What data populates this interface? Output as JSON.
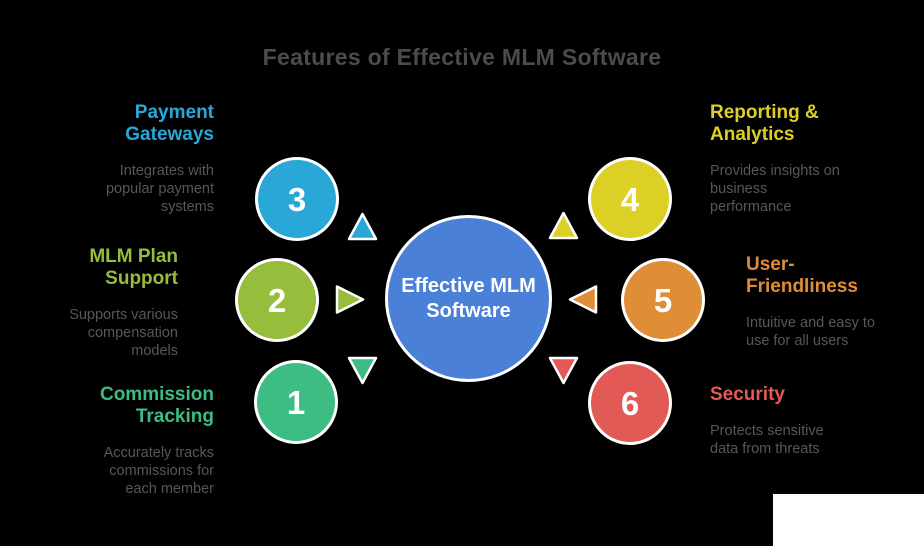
{
  "title": "Features of Effective MLM Software",
  "center_node": {
    "label": "Effective MLM\nSoftware",
    "fill": "#4a80d8",
    "text_color": "#ffffff"
  },
  "features": [
    {
      "number": "1",
      "heading": "Commission\nTracking",
      "description": "Accurately tracks\ncommissions for\neach member",
      "color": "#3dbc84",
      "side": "left",
      "arrow_direction": "down"
    },
    {
      "number": "2",
      "heading": "MLM Plan\nSupport",
      "description": "Supports various\ncompensation\nmodels",
      "color": "#96bd3c",
      "side": "left",
      "arrow_direction": "right"
    },
    {
      "number": "3",
      "heading": "Payment\nGateways",
      "description": "Integrates with\npopular payment\nsystems",
      "color": "#29a8d8",
      "side": "left",
      "arrow_direction": "up"
    },
    {
      "number": "4",
      "heading": "Reporting &\nAnalytics",
      "description": "Provides insights on\nbusiness\nperformance",
      "color": "#dccf25",
      "side": "right",
      "arrow_direction": "up"
    },
    {
      "number": "5",
      "heading": "User-\nFriendliness",
      "description": "Intuitive and easy to\nuse for all users",
      "color": "#e08d38",
      "side": "right",
      "arrow_direction": "left"
    },
    {
      "number": "6",
      "heading": "Security",
      "description": "Protects sensitive\ndata from threats",
      "color": "#e15a55",
      "side": "right",
      "arrow_direction": "down"
    }
  ],
  "colors": {
    "background": "#000000",
    "title_text": "#4b4c4e",
    "description_text": "#55575a",
    "node_border": "#ffffff",
    "number_text": "#ffffff",
    "watermark_box": "#ffffff"
  }
}
